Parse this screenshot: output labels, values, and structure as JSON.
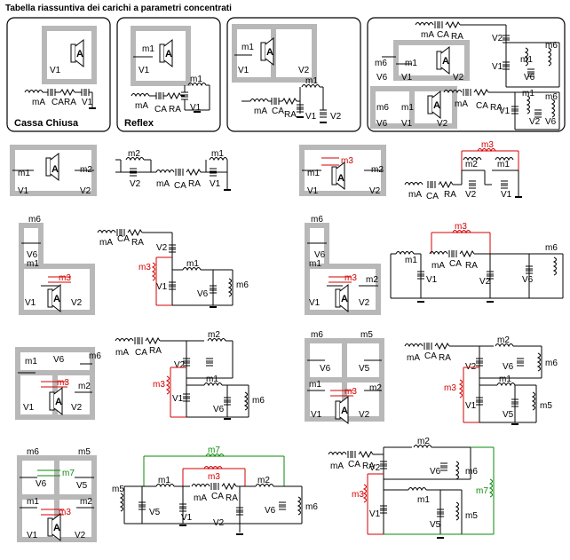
{
  "title": "Tabella riassuntiva dei carichi a parametri concentrati",
  "labels": {
    "closed_box": "Cassa  Chiusa",
    "reflex": "Reflex",
    "V1": "V1",
    "V2": "V2",
    "V5": "V5",
    "V6": "V6",
    "m1": "m1",
    "m2": "m2",
    "m3": "m3",
    "m5": "m5",
    "m6": "m6",
    "m7": "m7",
    "mA": "mA",
    "CA": "CA",
    "RA": "RA",
    "A": "A"
  },
  "colors": {
    "red": "#d40000",
    "green": "#0a8a0a",
    "wall": "#b8b8b8"
  }
}
